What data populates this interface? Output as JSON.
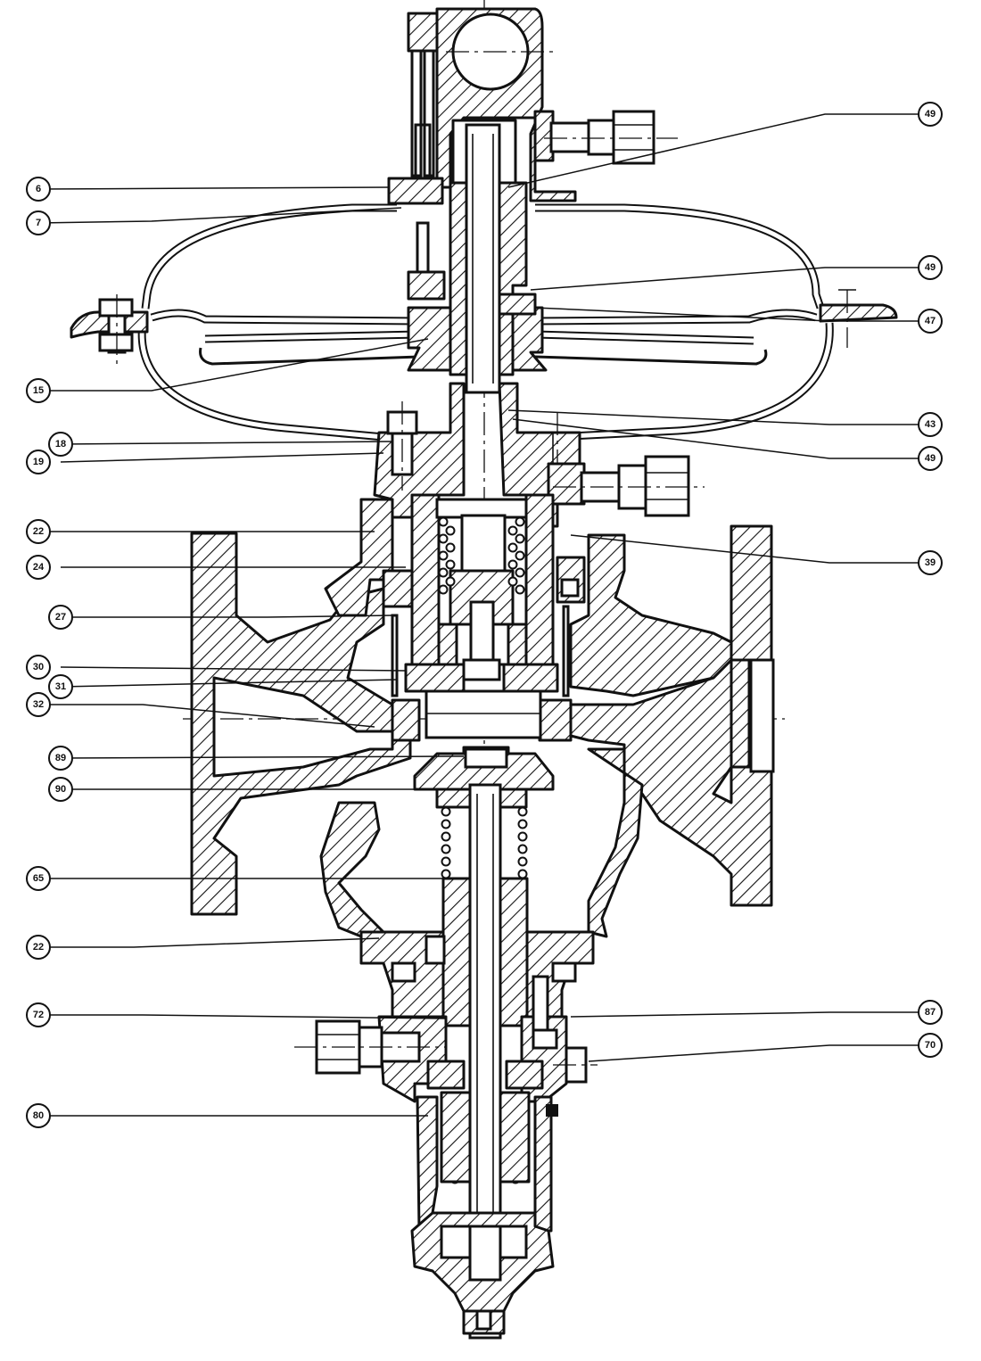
{
  "callouts": [
    {
      "id": "c49a",
      "label": "49"
    },
    {
      "id": "c6",
      "label": "6"
    },
    {
      "id": "c7",
      "label": "7"
    },
    {
      "id": "c49b",
      "label": "49"
    },
    {
      "id": "c47",
      "label": "47"
    },
    {
      "id": "c15",
      "label": "15"
    },
    {
      "id": "c43",
      "label": "43"
    },
    {
      "id": "c18",
      "label": "18"
    },
    {
      "id": "c19",
      "label": "19"
    },
    {
      "id": "c49c",
      "label": "49"
    },
    {
      "id": "c22a",
      "label": "22"
    },
    {
      "id": "c39",
      "label": "39"
    },
    {
      "id": "c24",
      "label": "24"
    },
    {
      "id": "c27",
      "label": "27"
    },
    {
      "id": "c30",
      "label": "30"
    },
    {
      "id": "c31",
      "label": "31"
    },
    {
      "id": "c32",
      "label": "32"
    },
    {
      "id": "c89",
      "label": "89"
    },
    {
      "id": "c90",
      "label": "90"
    },
    {
      "id": "c65",
      "label": "65"
    },
    {
      "id": "c22b",
      "label": "22"
    },
    {
      "id": "c72",
      "label": "72"
    },
    {
      "id": "c87",
      "label": "87"
    },
    {
      "id": "c70",
      "label": "70"
    },
    {
      "id": "c80",
      "label": "80"
    }
  ]
}
